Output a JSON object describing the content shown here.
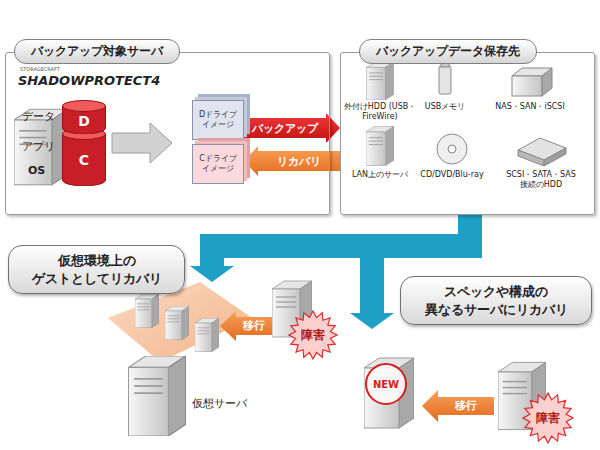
{
  "diagram": {
    "nodes": [
      {
        "text": [
          "バックアップ対象サーバ"
        ]
      },
      {
        "text": [
          "D"
        ],
        "in": 0
      },
      {
        "text": [
          "C"
        ],
        "in": 0
      },
      {
        "text": [
          "Dドライブ イメージ"
        ],
        "in": 0
      },
      {
        "text": [
          "Cドライブ イメージ"
        ],
        "in": 0
      },
      {
        "text": [
          "バックアップデータ保存先"
        ]
      },
      {
        "text": [
          "仮想環境上の ゲストとしてリカバリ"
        ]
      },
      {
        "text": [
          "スペックや構成の 異なるサーバにリカバリ"
        ]
      },
      {
        "text": [
          "障害"
        ]
      },
      {
        "text": [
          "NEW"
        ]
      },
      {
        "text": [
          "障害"
        ]
      }
    ],
    "edges": [
      {
        "from": 3,
        "to": 5,
        "arrow": "to",
        "label": "バックアップ"
      },
      {
        "from": 5,
        "to": 4,
        "arrow": "to",
        "label": "リカバリ"
      },
      {
        "from": 5,
        "to": 6,
        "arrow": "to"
      },
      {
        "from": 5,
        "to": 7,
        "arrow": "to"
      }
    ],
    "labels": [
      "STORAGECRAFT",
      "SHADOWPROTECT4",
      "データ",
      "アプリ",
      "OS",
      "外付けHDD (USB・FireWire)",
      "USBメモリ",
      "NAS・SAN・iSCSI",
      "LAN上のサーバ",
      "CD/DVD/Blu-ray",
      "SCSI・SATA・SAS 接続のHDD",
      "移行",
      "仮想サーバ",
      "移行"
    ]
  }
}
